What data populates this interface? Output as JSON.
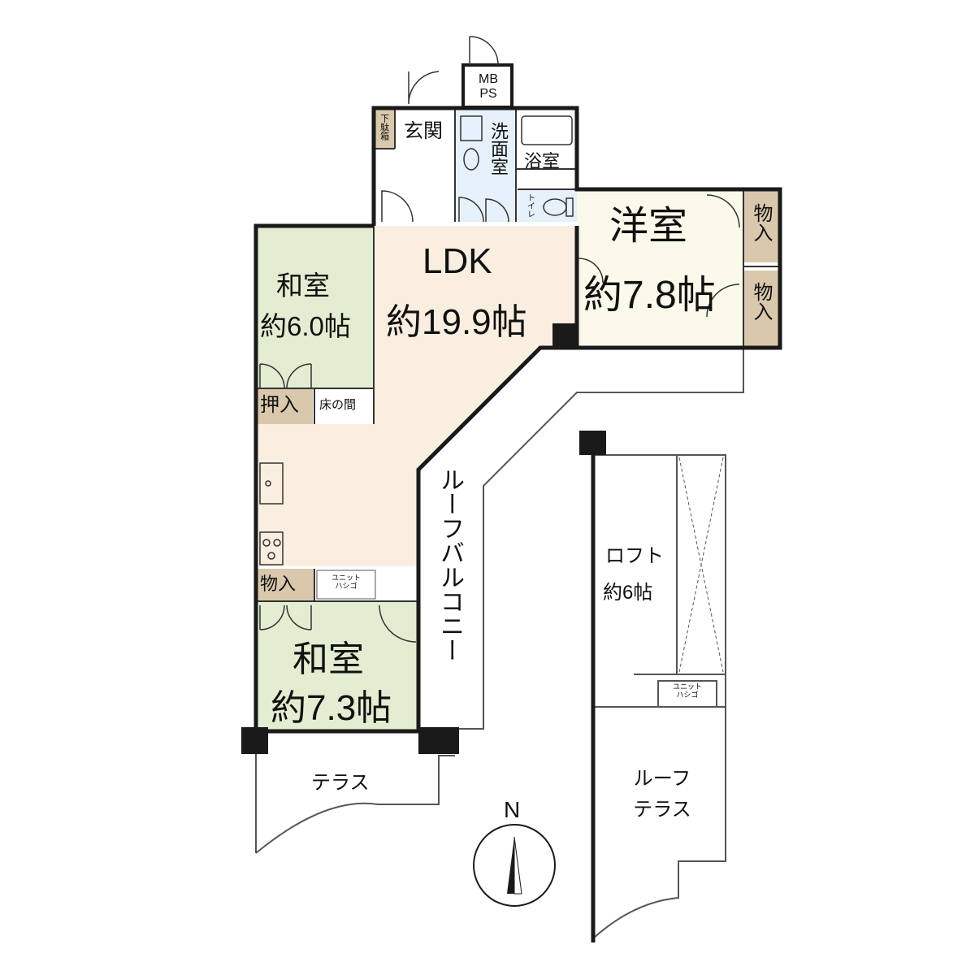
{
  "colors": {
    "wall": "#1a1a1a",
    "ldk": "#f9eedf",
    "washitsu": "#e3edd1",
    "yoshitsu": "#fbf9ea",
    "storage": "#d9c8ac",
    "wet": "#e6f1fb",
    "outline": "#555555",
    "background": "#ffffff"
  },
  "rooms": {
    "ldk": {
      "name": "LDK",
      "area": "約19.9帖"
    },
    "washitsu_north": {
      "name": "和室",
      "area": "約6.0帖"
    },
    "washitsu_south": {
      "name": "和室",
      "area": "約7.3帖"
    },
    "yoshitsu": {
      "name": "洋室",
      "area": "約7.8帖"
    },
    "genkan": "玄関",
    "getabako": "下駄箱",
    "senmenshitsu": "洗面室",
    "yokushitsu": "浴室",
    "toilet": "トイレ",
    "mbps": "MB PS",
    "oshiire": "押入",
    "tokonoma": "床の間",
    "monoire": "物入",
    "unit_ladder": "ユニット ハシゴ",
    "roof_balcony": "ルーフバルコニー",
    "terrace": "テラス",
    "loft": {
      "name": "ロフト",
      "area": "約6帖"
    },
    "roof_terrace": "ルーフ テラス"
  },
  "compass": {
    "label": "N",
    "icon": "north-arrow-icon"
  }
}
